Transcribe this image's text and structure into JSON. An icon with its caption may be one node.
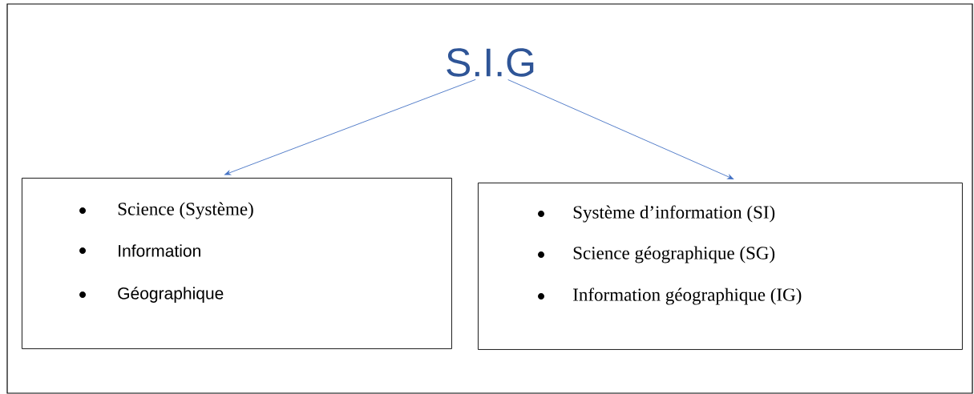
{
  "diagram": {
    "nodes": [
      {
        "text": [
          "S.I.G"
        ]
      },
      {
        "text": [
          "Science (Système)",
          "Information",
          "Géographique"
        ]
      },
      {
        "text": [
          "Système d’information (SI)",
          "Science géographique (SG)",
          "Information géographique (IG)"
        ]
      }
    ],
    "edges": [
      {
        "from": 0,
        "to": 1,
        "arrow": "to"
      },
      {
        "from": 0,
        "to": 2,
        "arrow": "to"
      }
    ]
  }
}
